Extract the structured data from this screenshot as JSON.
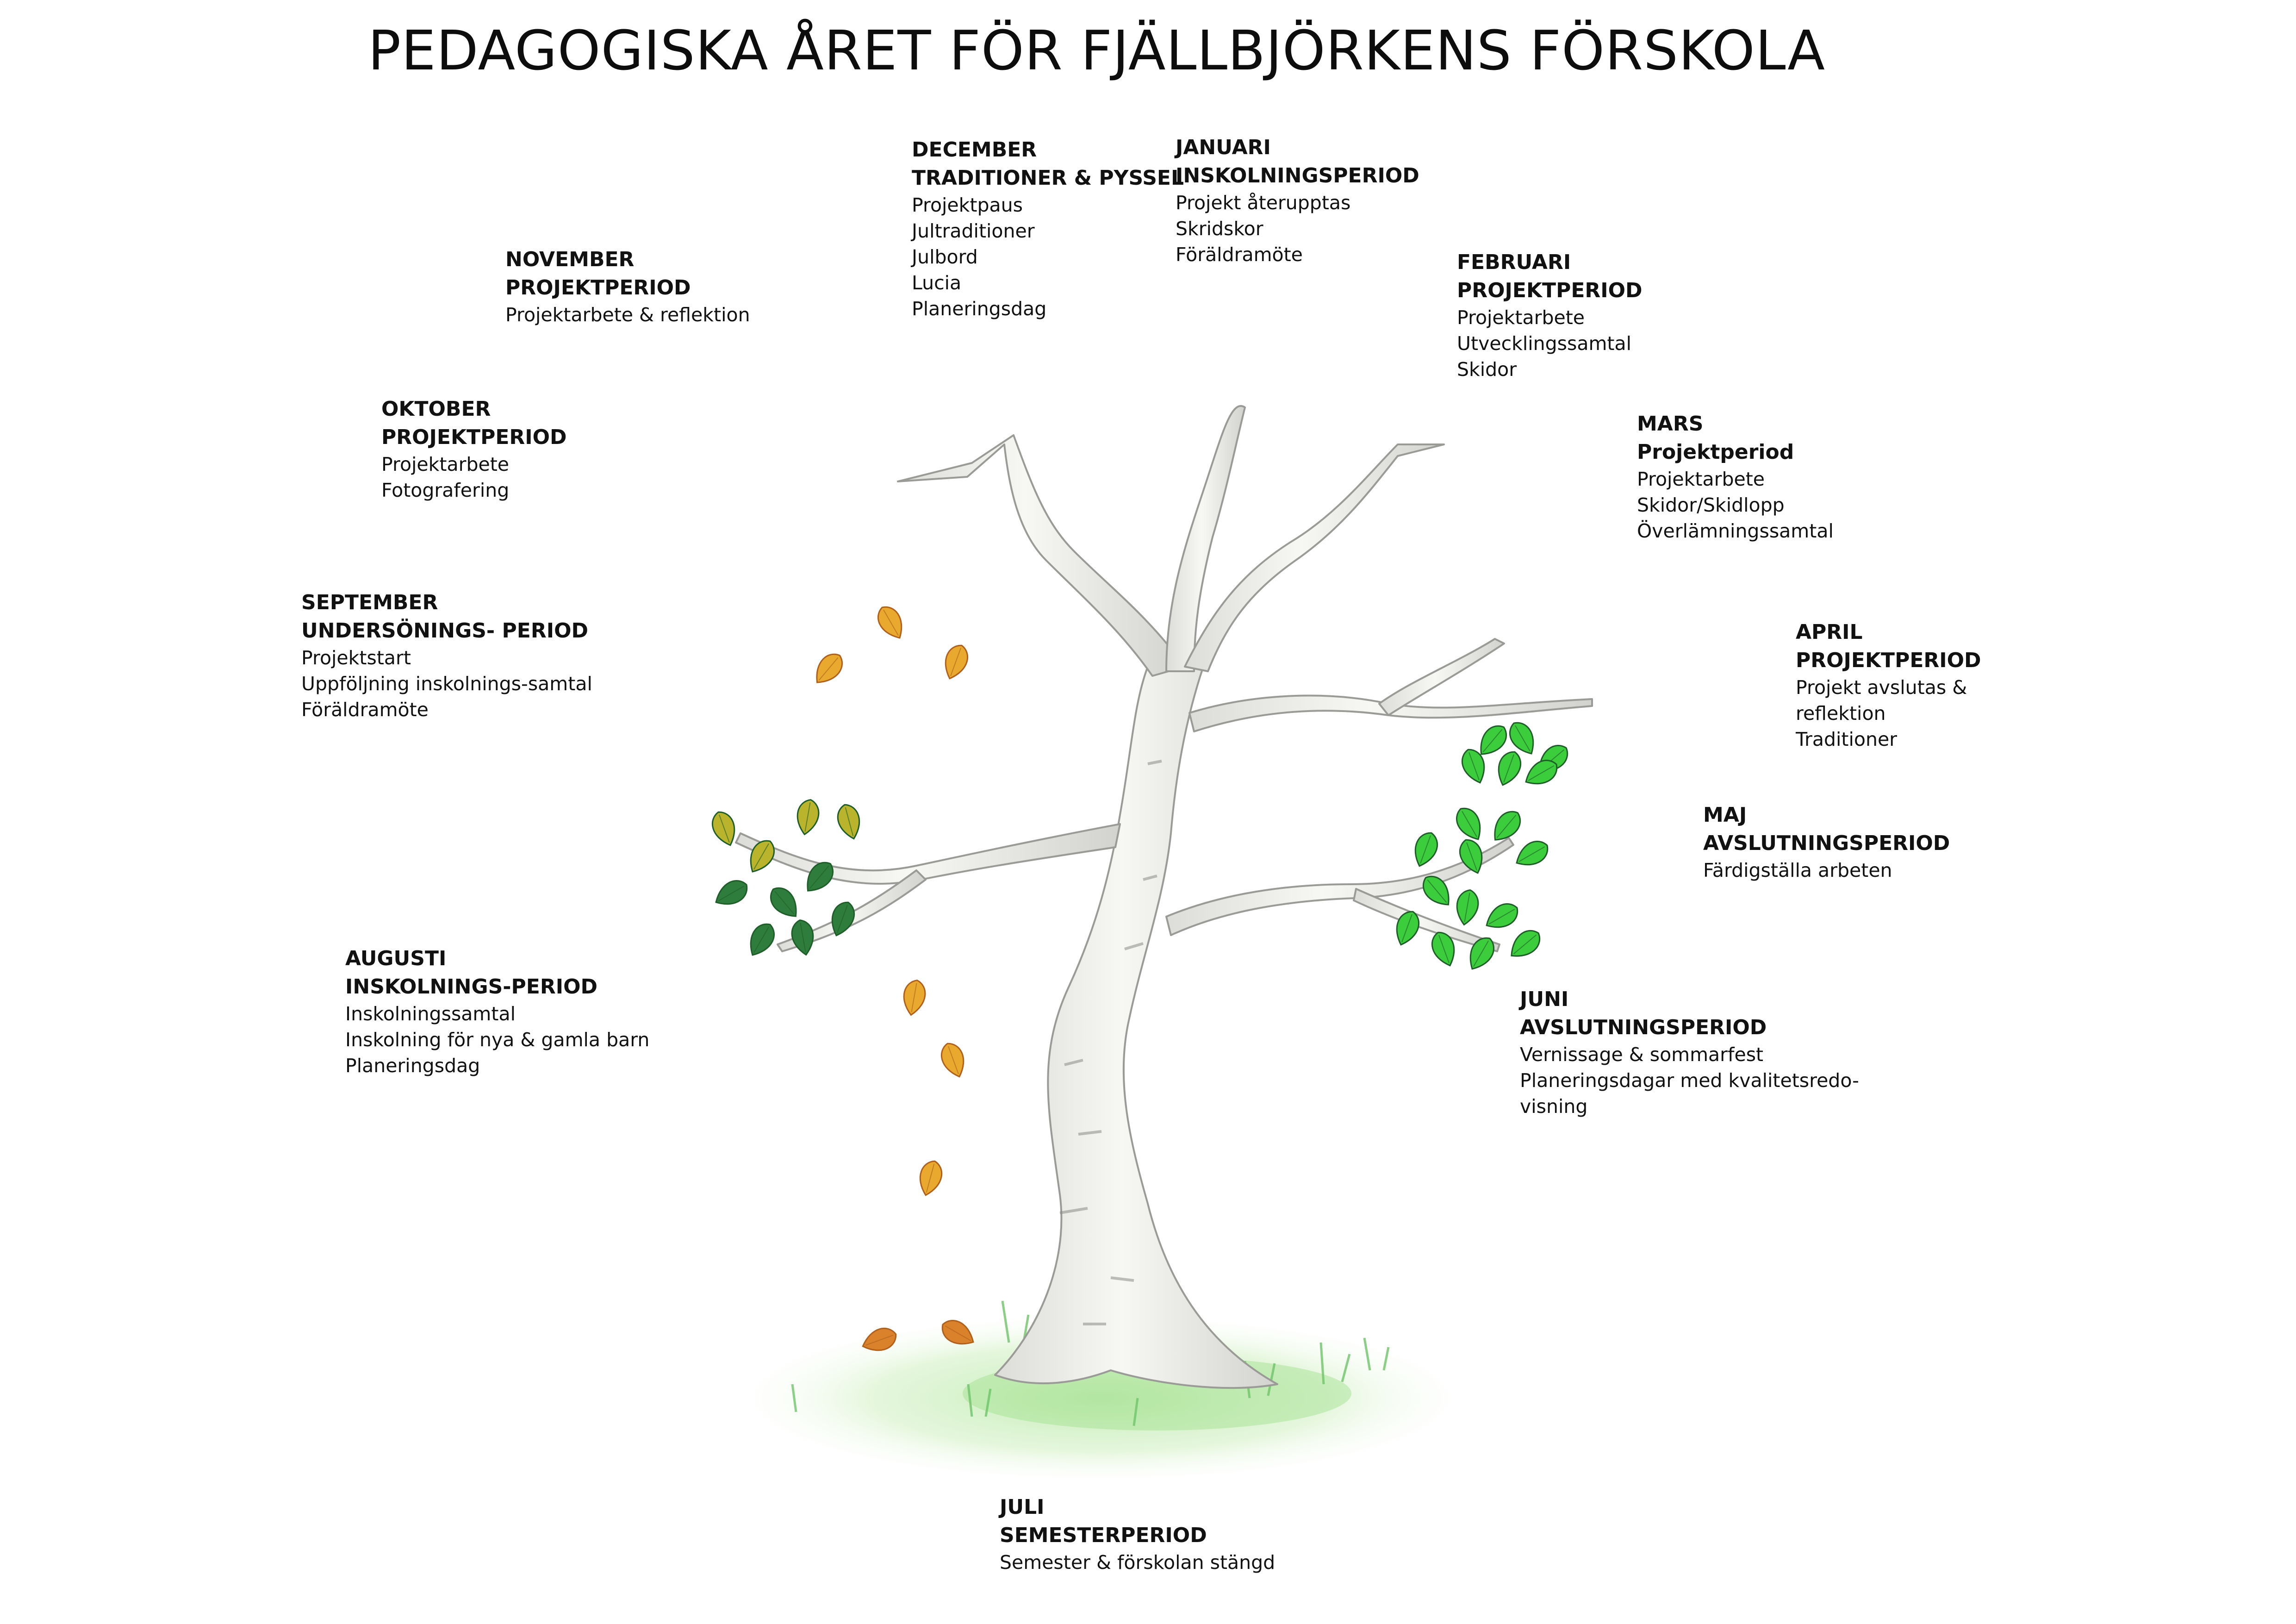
{
  "title": "PEDAGOGISKA ÅRET FÖR FJÄLLBJÖRKENS FÖRSKOLA",
  "colors": {
    "trunk": "#f1f1ee",
    "trunk_outline": "#9a9a96",
    "leaf_autumn": "#e9a92e",
    "leaf_autumn_outline": "#b0601a",
    "leaf_rust": "#d9822b",
    "leaf_olive": "#b9b42c",
    "leaf_dark_green": "#2f7d3c",
    "leaf_bright_green": "#3ccd3c",
    "grass": "#cfeec0"
  },
  "months": {
    "december": {
      "name": "DECEMBER",
      "period": "TRADITIONER & PYSSEL",
      "items": [
        "Projektpaus",
        "Jultraditioner",
        "Julbord",
        "Lucia",
        "Planeringsdag"
      ]
    },
    "januari": {
      "name": "JANUARI",
      "period": "INSKOLNINGSPERIOD",
      "items": [
        "Projekt återupptas",
        "Skridskor",
        "Föräldramöte"
      ]
    },
    "november": {
      "name": "NOVEMBER",
      "period": "PROJEKTPERIOD",
      "items": [
        "Projektarbete & reflektion"
      ]
    },
    "februari": {
      "name": "FEBRUARI",
      "period": "PROJEKTPERIOD",
      "items": [
        "Projektarbete",
        "Utvecklingssamtal",
        "Skidor"
      ]
    },
    "oktober": {
      "name": "OKTOBER",
      "period": "PROJEKTPERIOD",
      "items": [
        "Projektarbete",
        "Fotografering"
      ]
    },
    "mars": {
      "name": "MARS",
      "period": "Projektperiod",
      "items": [
        "Projektarbete",
        "Skidor/Skidlopp",
        "Överlämningssamtal"
      ]
    },
    "september": {
      "name": "SEPTEMBER",
      "period": "UNDERSÖNINGS- PERIOD",
      "items": [
        "Projektstart",
        "Uppföljning inskolnings-samtal",
        "Föräldramöte"
      ]
    },
    "april": {
      "name": "APRIL",
      "period": "PROJEKTPERIOD",
      "items": [
        "Projekt avslutas &",
        "reflektion",
        "Traditioner"
      ]
    },
    "maj": {
      "name": "MAJ",
      "period": "AVSLUTNINGSPERIOD",
      "items": [
        "Färdigställa arbeten"
      ]
    },
    "augusti": {
      "name": "AUGUSTI",
      "period": "INSKOLNINGS-PERIOD",
      "items": [
        "Inskolningssamtal",
        "Inskolning för nya & gamla barn",
        "Planeringsdag"
      ]
    },
    "juni": {
      "name": "JUNI",
      "period": "AVSLUTNINGSPERIOD",
      "items": [
        "Vernissage & sommarfest",
        "Planeringsdagar med kvalitetsredo-",
        "visning"
      ]
    },
    "juli": {
      "name": "JULI",
      "period": "SEMESTERPERIOD",
      "items": [
        "Semester & förskolan stängd"
      ]
    }
  }
}
